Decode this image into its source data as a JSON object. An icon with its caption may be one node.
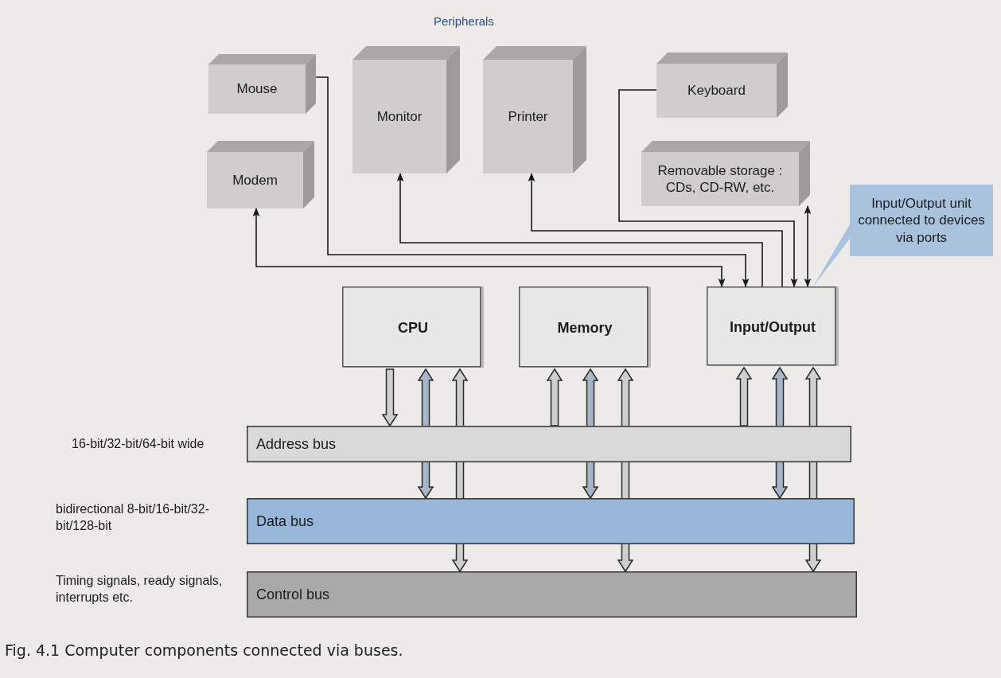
{
  "diagram": {
    "caption": "Fig. 4.1 Computer components connected via buses.",
    "nodes": [
      {
        "text": [
          "Mouse"
        ]
      },
      {
        "text": [
          "Modem"
        ]
      },
      {
        "text": [
          "Monitor"
        ]
      },
      {
        "text": [
          "Printer"
        ]
      },
      {
        "text": [
          "Keyboard"
        ]
      },
      {
        "text": [
          "Removable storage : CDs, CD-RW, etc."
        ]
      },
      {
        "text": [
          "Input/Output unit connected to devices via ports"
        ]
      },
      {
        "text": [
          "CPU"
        ]
      },
      {
        "text": [
          "Memory"
        ]
      },
      {
        "text": [
          "Input/Output"
        ]
      },
      {
        "text": [
          "Address bus"
        ],
        "beside": [
          "16-bit/32-bit/64-bit wide"
        ]
      },
      {
        "text": [
          "Data bus"
        ],
        "beside": [
          "bidirectional 8-bit/16-bit/32-bit/128-bit"
        ]
      },
      {
        "text": [
          "Control bus"
        ],
        "beside": [
          "Timing signals, ready signals, interrupts etc."
        ]
      }
    ],
    "edges": [
      {
        "from": 0,
        "to": 9,
        "arrow": "to"
      },
      {
        "from": 1,
        "to": 9,
        "arrow": "both"
      },
      {
        "from": 9,
        "to": 2,
        "arrow": "to"
      },
      {
        "from": 9,
        "to": 3,
        "arrow": "to"
      },
      {
        "from": 4,
        "to": 9,
        "arrow": "to"
      },
      {
        "from": 5,
        "to": 9,
        "arrow": "both"
      },
      {
        "from": 6,
        "to": 9,
        "arrow": "none"
      },
      {
        "from": 7,
        "to": 10,
        "arrow": "to",
        "style": "thick"
      },
      {
        "from": 7,
        "to": 11,
        "arrow": "both",
        "style": "thick"
      },
      {
        "from": 7,
        "to": 12,
        "arrow": "both",
        "style": "thick"
      },
      {
        "from": 10,
        "to": 8,
        "arrow": "to",
        "style": "thick"
      },
      {
        "from": 8,
        "to": 11,
        "arrow": "both",
        "style": "thick"
      },
      {
        "from": 8,
        "to": 12,
        "arrow": "both",
        "style": "thick"
      },
      {
        "from": 10,
        "to": 9,
        "arrow": "to",
        "style": "thick"
      },
      {
        "from": 9,
        "to": 11,
        "arrow": "both",
        "style": "thick"
      },
      {
        "from": 9,
        "to": 12,
        "arrow": "both",
        "style": "thick"
      }
    ],
    "labels": [
      "Peripherals"
    ]
  }
}
